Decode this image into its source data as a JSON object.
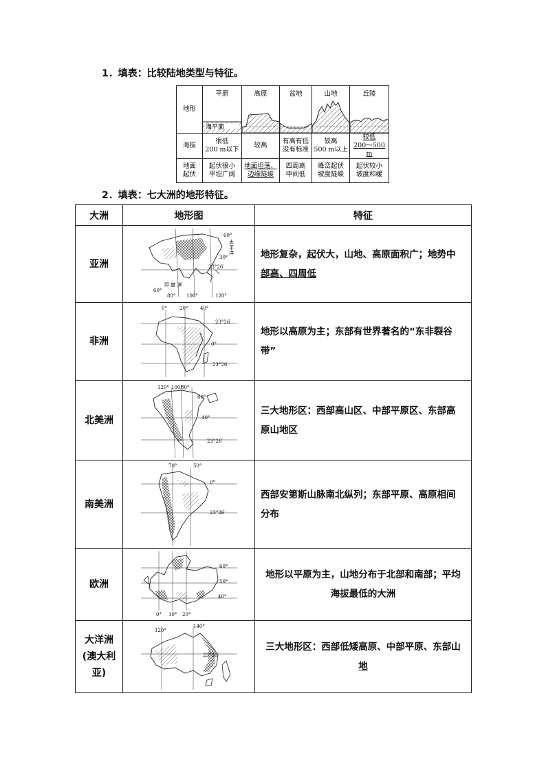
{
  "section1": {
    "heading": "1．填表：比较陆地类型与特征。",
    "row_labels": {
      "terrain": "地形",
      "altitude": "海拔",
      "relief": "地面\n起伏"
    },
    "sea_level_label": "海平面",
    "columns": [
      {
        "name": "平原",
        "altitude": "很低\n200 m以下",
        "relief": "起伏很小\n平坦广阔"
      },
      {
        "name": "高原",
        "altitude": "较高",
        "relief": "地面坦荡、\n边缘陡峻"
      },
      {
        "name": "盆地",
        "altitude": "有高有低\n没有标准",
        "relief": "四周高\n中间低"
      },
      {
        "name": "山地",
        "altitude": "较高\n500 m以上",
        "relief": "峰峦起伏\n坡度陡峻"
      },
      {
        "name": "丘陵",
        "altitude": "较低\n200～500 m",
        "relief": "起伏较小\n坡度和缓"
      }
    ]
  },
  "section2": {
    "heading": "2．填表：七大洲的地形特征。",
    "headers": {
      "continent": "大洲",
      "map": "地形图",
      "feature": "特征"
    },
    "rows": [
      {
        "continent": "亚洲",
        "feature_a": "地形复杂，起伏大，山地、高原面积广；地势中",
        "feature_b": "部高、四周低",
        "map_labels": [
          "60°",
          "太",
          "平",
          "洋",
          "30°",
          "23°26′",
          "印 度 洋",
          "60°",
          "80°",
          "100°",
          "120°"
        ]
      },
      {
        "continent": "非洲",
        "feature_a": "地形以高原为主；东部有世界著名的“东非裂谷",
        "feature_b": "带”",
        "map_labels": [
          "0°",
          "20°",
          "40°",
          "23°26′",
          "0°",
          "23°26′"
        ]
      },
      {
        "continent": "北美洲",
        "feature_a": "三大地形区：西部高山区、中部平原区、东部高",
        "feature_b": "原山地区",
        "map_labels": [
          "120°",
          "100°",
          "80°",
          "60°",
          "40°",
          "23°26′"
        ]
      },
      {
        "continent": "南美洲",
        "feature_a": "西部安第斯山脉南北纵列；东部平原、高原相间",
        "feature_b": "分布",
        "map_labels": [
          "70°",
          "50°",
          "0°",
          "23°26′"
        ]
      },
      {
        "continent": "欧洲",
        "feature_a": "地形以平原为主，山地分布于北部和南部；平均",
        "feature_b": "海拔最低的大洲",
        "map_labels": [
          "60°",
          "50°",
          "40°",
          "0°",
          "10°",
          "20°"
        ]
      },
      {
        "continent": "大洋洲\n(澳大利\n亚)",
        "feature_a": "三大地形区：西部低矮高原、中部平原、东部山",
        "feature_b": "地",
        "map_labels": [
          "120°",
          "140°",
          "23°26′"
        ]
      }
    ]
  }
}
